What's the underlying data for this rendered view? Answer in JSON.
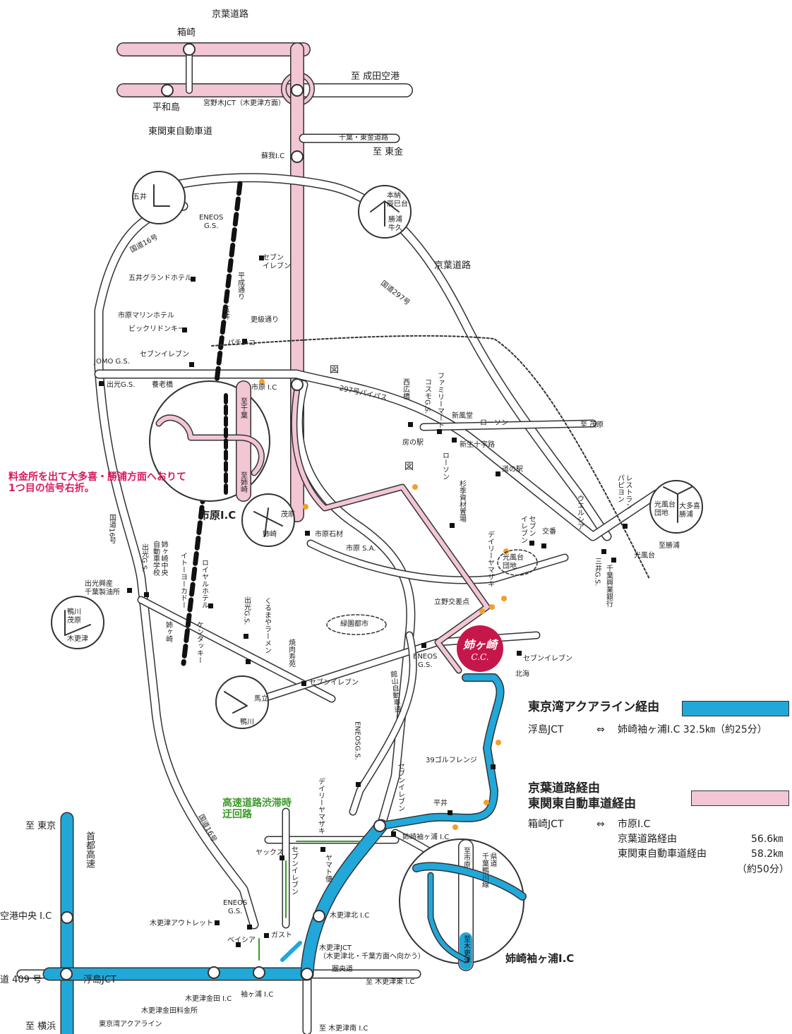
{
  "colors": {
    "aqua_route": "#22a7d9",
    "keiyo_route": "#f3c6d4",
    "circle_badge": "#c6174a",
    "note_pink": "#d81b60",
    "note_green": "#3a9a2a",
    "signal_dot": "#f2a02a"
  },
  "top": {
    "keiyo_road": "京葉道路",
    "hakozaki": "箱崎",
    "heiwajima": "平和島",
    "miyanogi": "宮野木JCT（木更津方面）",
    "higashikanto": "東関東自動車道",
    "narita": "至 成田空港",
    "chiba_togane": "千葉・東金道路",
    "togane": "至 東金",
    "soga": "蘇我I.C"
  },
  "callouts": {
    "goi": "五井",
    "honno": "本納\n辰巳台",
    "katsuura_ushiku": "勝浦\n牛久",
    "kamogawa_mohara": "鴨川\n茂原",
    "kisarazu": "木更津",
    "mobara_anesaki": "茂原",
    "anesaki": "姉崎",
    "umatate": "馬立",
    "kamogawa": "鴨川",
    "kofudai": "光風台\n団地",
    "otaki_katsuura": "大多喜\n勝浦"
  },
  "labels": {
    "route16_top": "国道16号",
    "route16_left": "国道16号",
    "route297": "国道297号",
    "keiyo_mid": "京葉道路",
    "eneos_goi": "ENEOS\nG.S.",
    "seven_goi": "セブン\nイレブン",
    "heisei_dori": "平成通り",
    "goi_sta": "五井",
    "sarashina": "更級通り",
    "goi_grand": "五井グランドホテル",
    "marine_hotel": "市原マリンホテル",
    "big_dongi": "ビックリドンキー",
    "pachinko": "パチンコ",
    "jomo": "JOMO G.S.",
    "seven_jomo": "セブンイレブン",
    "idemitsu": "出光G.S.",
    "yororo": "養老橋",
    "ichihara_ic_small": "市原 I.C",
    "zu1": "図",
    "zu2": "図",
    "bypass": "297号バイパス",
    "nishihiro": "西広橋",
    "cosmo": "コスモG.S.",
    "familymart": "ファミリーマート",
    "shinfudo": "新風堂",
    "lawson1": "ローソン",
    "lawson2": "ローソン",
    "mobara_to": "至 茂原",
    "fusa_eki": "房の駅",
    "shinsei": "新生十字路",
    "michi_no_eki": "道の駅",
    "restaurant": "レストラン\nパピヨン",
    "wellsia": "ウエルシア",
    "kofudai": "光風台",
    "katsuura_to": "至勝浦",
    "mitsui": "三井G.S.",
    "chiba_kogyo": "千葉興業銀行",
    "sugi": "杉季資材置場",
    "daily1": "デイリーヤマザキ",
    "seven_koban": "セブン\nイレブン",
    "koban": "交番",
    "kofudai_danchi": "光風台\n団地",
    "tatsuno": "立野交差点",
    "ryokuen": "緑園都市",
    "ichihara_sa": "市原 S.A.",
    "ichihara_sekizai": "市原石材",
    "eneos_cc": "ENEOS\nG.S.",
    "seven_cc": "セブンイレブン",
    "hokkai": "北海",
    "tateyama": "館山自動車道",
    "ichihara_ic": "市原I.C",
    "ichihara_chiba": "至千葉",
    "ichihara_anesaki": "至姉崎",
    "note_pink": "料金所を出て大多喜・勝浦方面へおりて\n1つ目の信号右折。",
    "route16_mid": "国道16号",
    "idemitsu_ichi": "出光G.S.",
    "anesaki_chugaku": "姉ヶ崎中央\n自動車学校",
    "idemitsu_kosan": "出光興産\n千葉製油所",
    "itoyokado": "イトーヨーカドー",
    "royal_hotel": "ロイヤルホテル",
    "kentucky": "ケンタッキー",
    "anegasaki_sta": "姉ヶ崎",
    "idemitsu2": "出光G.S.",
    "kurumaya": "くるまやラーメン",
    "yakiniku": "焼肉寿苑",
    "seven_umatate": "セブンイレブン",
    "golf39": "39ゴルフレンジ",
    "hirai": "平井",
    "eneos_sode": "ENEOSG.S.",
    "seven_sode": "セブンイレブン",
    "daily2": "デイリーヤマザキ",
    "anesaki_sode_ic": "姉崎袖ヶ浦 I.C",
    "green_note": "高速道路渋滞時\n迂回路",
    "yax": "ヤックス",
    "seven_kisarazu": "セブンイレブン",
    "yamato": "ヤマト便",
    "eneos_kisa": "ENEOS\nG.S.",
    "outlet": "木更津アウトレット",
    "beisia": "ベイシア",
    "gust": "ガスト",
    "kisarazu_kita": "木更津北 I.C",
    "kisarazu_jct": "木更津JCT\n（木更津北・千葉方面へ向かう）",
    "ken_o": "圏央道",
    "kisarazu_higashi": "至 木更津東 I.C",
    "kisarazu_minami": "至 木更津南 I.C",
    "sodegaura": "袖ヶ浦 I.C",
    "kaneda_ic": "木更津金田 I.C",
    "kaneda_ryokin": "木更津金田料金所",
    "aqualine": "東京湾アクアライン",
    "route409": "道 409 号",
    "ukishima": "浮島JCT",
    "tokyo_to": "至 東京",
    "yokohama_to": "至 横浜",
    "shuto": "首都高速",
    "kuko_chuo": "空港中央 I.C",
    "zoom_ichihara": "至市原",
    "zoom_kendo": "県道\n千葉鴨川線",
    "zoom_kisarazu": "至木更津",
    "anesaki_sode_big": "姉崎袖ヶ浦I.C",
    "route16_lower": "国道16号"
  },
  "badge": {
    "name": "姉ヶ崎",
    "sub": "C.C."
  },
  "legend": {
    "aqua_title": "東京湾アクアライン経由",
    "aqua_from": "浮島JCT",
    "aqua_arrow": "⇔",
    "aqua_to": "姉崎袖ヶ浦I.C 32.5㎞（約25分）",
    "keiyo_title1": "京葉道路経由",
    "keiyo_title2": "東関東自動車道経由",
    "keiyo_from": "箱崎JCT",
    "keiyo_arrow": "⇔",
    "keiyo_to": "市原I.C",
    "keiyo_row1_label": "京葉道路経由",
    "keiyo_row1_value": "56.6㎞",
    "keiyo_row2_label": "東関東自動車道経由",
    "keiyo_row2_value": "58.2㎞",
    "keiyo_time": "（約50分）"
  }
}
